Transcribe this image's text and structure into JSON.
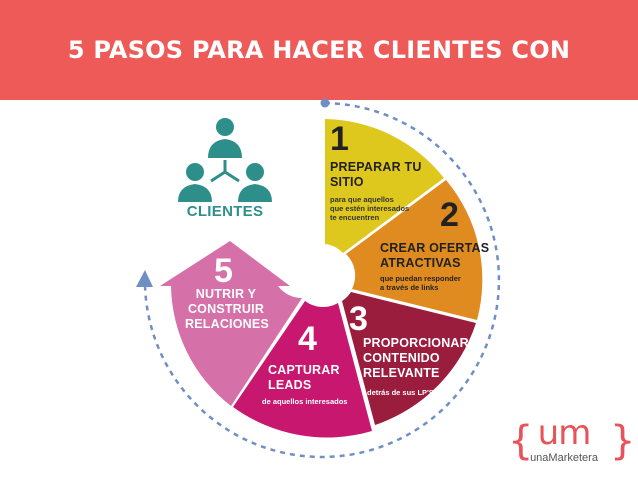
{
  "header": {
    "title": "5 PASOS PARA HACER CLIENTES CON INBOUND MKT"
  },
  "center": {
    "label": "CLIENTES"
  },
  "steps": [
    {
      "number": "1",
      "title_lines": [
        "PREPARAR TU",
        "SITIO"
      ],
      "desc_lines": [
        "para que aquellos",
        "que estén interesados",
        "te encuentren"
      ],
      "color": "#dfc81e"
    },
    {
      "number": "2",
      "title_lines": [
        "CREAR OFERTAS",
        "ATRACTIVAS"
      ],
      "desc_lines": [
        "que puedan responder",
        "a través de links"
      ],
      "color": "#df8b1f"
    },
    {
      "number": "3",
      "title_lines": [
        "PROPORCIONAR",
        "CONTENIDO",
        "RELEVANTE"
      ],
      "desc_lines": [
        "detrás de sus LP'S"
      ],
      "color": "#9a1d3d"
    },
    {
      "number": "4",
      "title_lines": [
        "CAPTURAR",
        "LEADS"
      ],
      "desc_lines": [
        "de aquellos interesados"
      ],
      "color": "#c8176f"
    },
    {
      "number": "5",
      "title_lines": [
        "NUTRIR Y",
        "CONSTRUIR",
        "RELACIONES"
      ],
      "desc_lines": [],
      "color": "#d670a8"
    }
  ],
  "logo": {
    "mark": "um",
    "text": "unaMarketera"
  },
  "colors": {
    "banner": "#ee5a58",
    "icon": "#2e8f8a",
    "dashed_arrow": "#6f8fc4"
  }
}
